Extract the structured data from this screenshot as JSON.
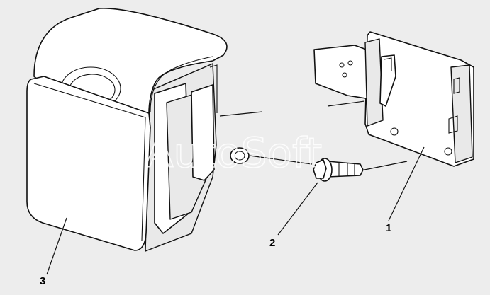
{
  "diagram": {
    "callouts": [
      {
        "id": "1",
        "label": "1"
      },
      {
        "id": "2",
        "label": "2"
      },
      {
        "id": "3",
        "label": "3"
      }
    ],
    "watermark": "AutoSoft",
    "colors": {
      "background": "#ededed",
      "line": "#111111",
      "fill": "#ffffff",
      "watermark": "#ffffff"
    }
  }
}
